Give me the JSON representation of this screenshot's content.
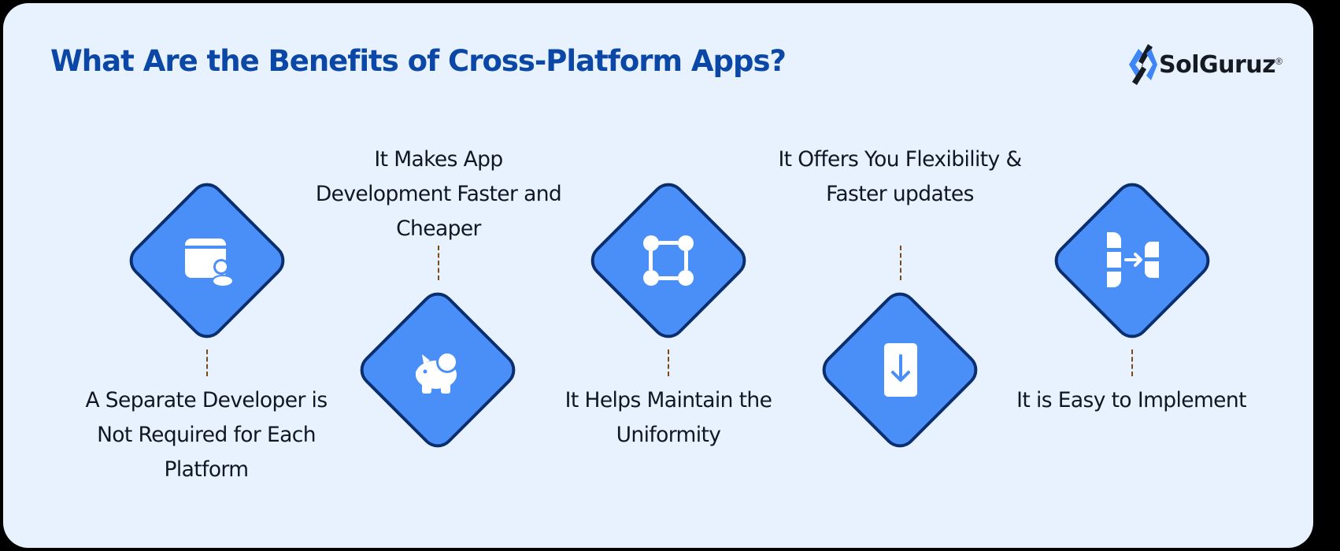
{
  "header": {
    "title": "What Are the Benefits of Cross-Platform Apps?",
    "logo": {
      "name": "SolGuruz",
      "registered": "®",
      "icon": "solguruz-chevron-logo"
    }
  },
  "colors": {
    "background": "#e8f2fe",
    "title": "#0a47a6",
    "diamond_fill": "#4a8ff8",
    "diamond_border": "#0b2f6e",
    "text": "#0f1723",
    "connector": "#7a4a1a"
  },
  "benefits": [
    {
      "label": "A Separate Developer is Not Required for Each Platform",
      "icon": "calendar-user-icon",
      "label_position": "below"
    },
    {
      "label": "It Makes App Development Faster and Cheaper",
      "icon": "piggy-bank-icon",
      "label_position": "above"
    },
    {
      "label": "It Helps Maintain the Uniformity",
      "icon": "connected-nodes-square-icon",
      "label_position": "below"
    },
    {
      "label": "It Offers You Flexibility & Faster updates",
      "icon": "mobile-download-icon",
      "label_position": "above"
    },
    {
      "label": "It is Easy to Implement",
      "icon": "migrate-blocks-icon",
      "label_position": "below"
    }
  ]
}
